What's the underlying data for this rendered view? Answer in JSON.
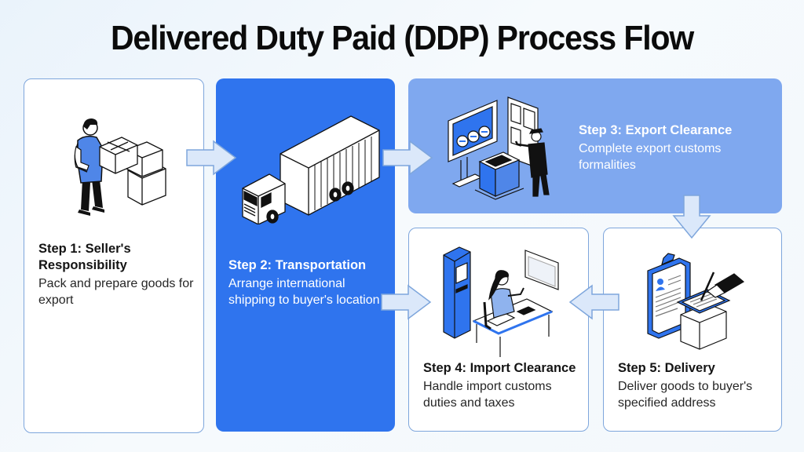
{
  "title": "Delivered Duty Paid (DDP) Process Flow",
  "colors": {
    "primary_blue": "#2f74ee",
    "light_blue": "#7fa8ef",
    "card_border": "#7ea6dc",
    "arrow_fill": "#dbe8fa",
    "arrow_stroke": "#7ea6dc"
  },
  "steps": [
    {
      "title": "Step 1: Seller's Responsibility",
      "title_line1": "Step 1: Seller's",
      "title_line2": "Responsibility",
      "description": "Pack and prepare goods for export",
      "illustration": "worker-with-boxes-icon"
    },
    {
      "title": "Step 2: Transportation",
      "description": "Arrange international shipping to buyer's location",
      "illustration": "container-truck-icon"
    },
    {
      "title": "Step 3: Export Clearance",
      "description": "Complete export customs formalities",
      "illustration": "customs-kiosk-officer-icon"
    },
    {
      "title": "Step 4: Import Clearance",
      "description": "Handle import customs duties and taxes",
      "illustration": "customs-desk-clerk-icon"
    },
    {
      "title": "Step 5: Delivery",
      "description": "Deliver goods to buyer's specified address",
      "illustration": "clipboard-signature-box-icon"
    }
  ],
  "arrows": [
    {
      "from": "Step 1",
      "to": "Step 2",
      "direction": "right"
    },
    {
      "from": "Step 2",
      "to": "Step 3",
      "direction": "right"
    },
    {
      "from": "Step 3",
      "to": "Step 5",
      "direction": "down"
    },
    {
      "from": "Step 5",
      "to": "Step 4",
      "direction": "left"
    },
    {
      "from": "Step 2",
      "to": "Step 4",
      "direction": "right"
    }
  ]
}
